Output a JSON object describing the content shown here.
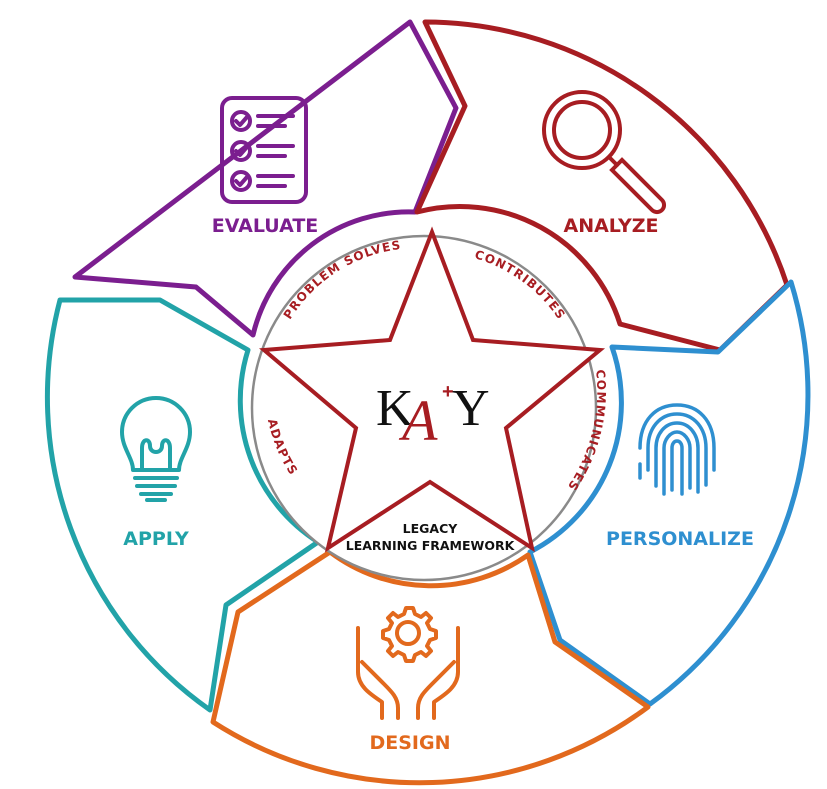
{
  "diagram": {
    "center": {
      "logo": {
        "k": "K",
        "a": "A",
        "plus": "+",
        "y": "Y"
      },
      "framework_line1": "LEGACY",
      "framework_line2": "LEARNING FRAMEWORK"
    },
    "ring_words": [
      {
        "text": "PROBLEM SOLVES"
      },
      {
        "text": "CONTRIBUTES"
      },
      {
        "text": "COMMUNICATES"
      },
      {
        "text": "ADAPTS"
      }
    ],
    "segments": [
      {
        "label": "EVALUATE",
        "color": "#7b1e8f",
        "icon": "checklist-icon"
      },
      {
        "label": "ANALYZE",
        "color": "#a71d22",
        "icon": "magnifier-icon"
      },
      {
        "label": "PERSONALIZE",
        "color": "#2e8fd0",
        "icon": "fingerprint-icon"
      },
      {
        "label": "DESIGN",
        "color": "#e2691d",
        "icon": "hands-gear-icon"
      },
      {
        "label": "APPLY",
        "color": "#22a3a8",
        "icon": "lightbulb-icon"
      }
    ],
    "colors": {
      "star": "#a71d22",
      "ring_text": "#a71d22",
      "inner_circle": "#8a8a8a"
    }
  }
}
